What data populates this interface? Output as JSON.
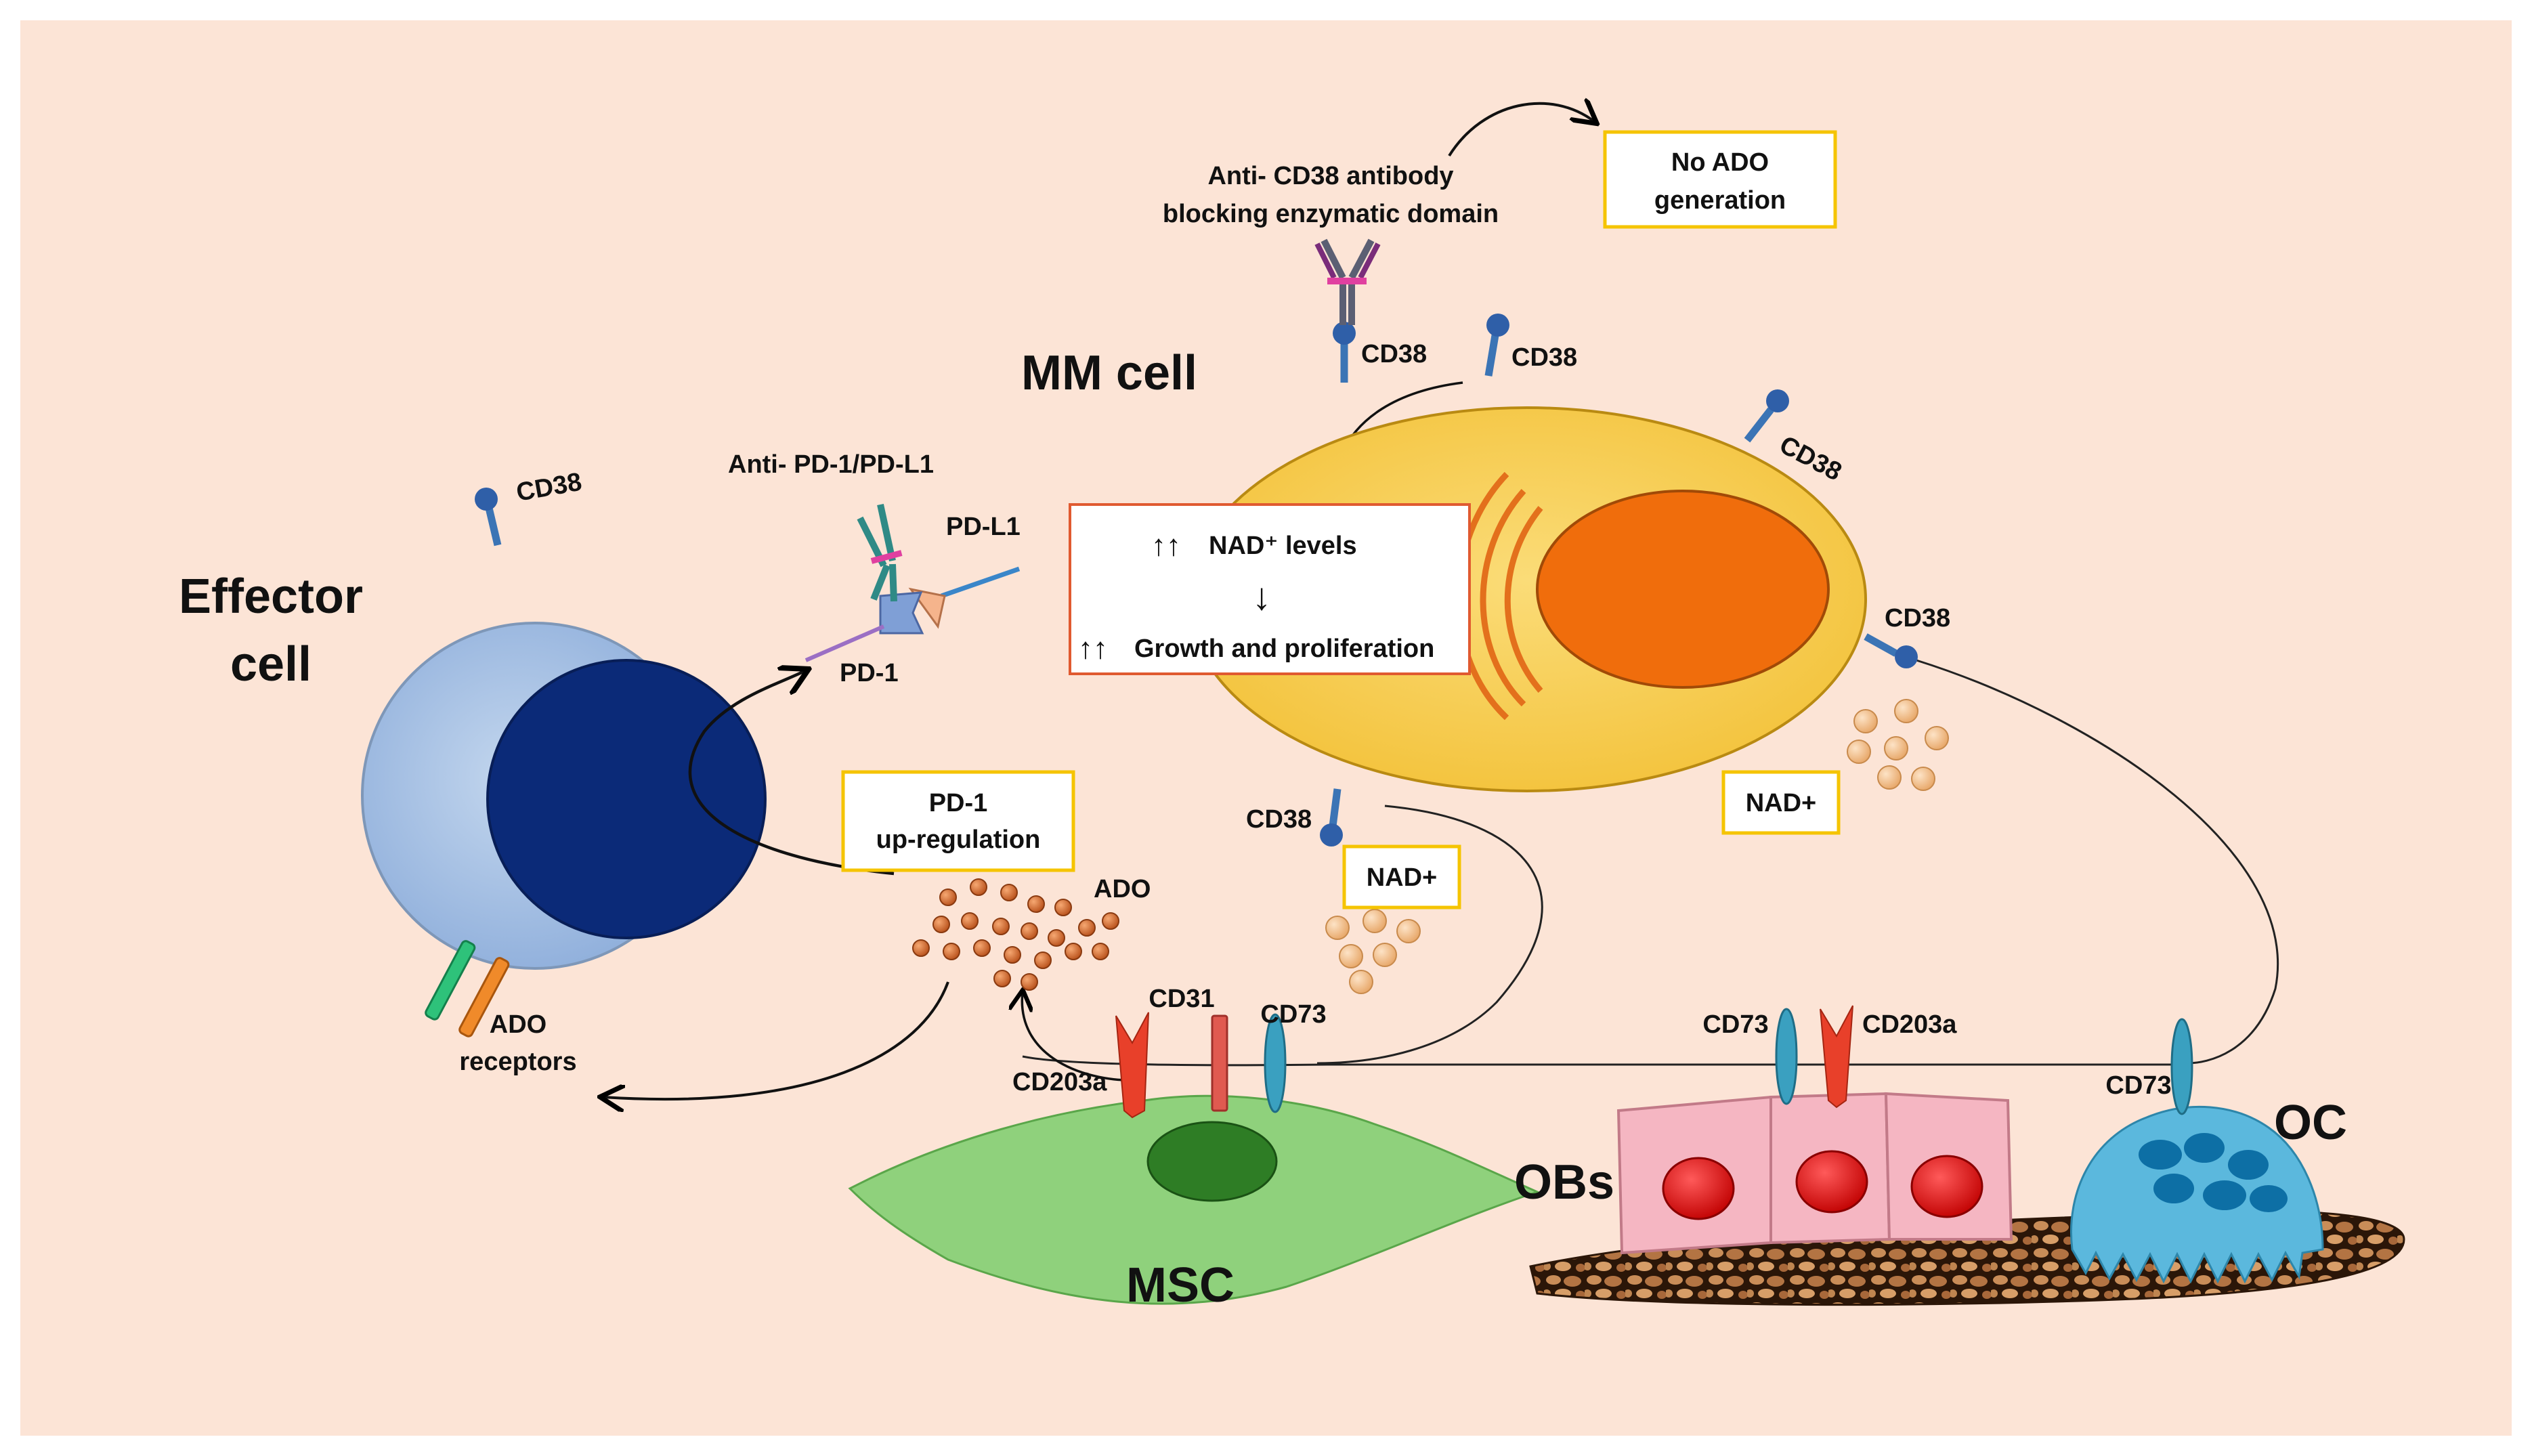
{
  "labels": {
    "mm_cell": "MM cell",
    "effector_cell_line1": "Effector",
    "effector_cell_line2": "cell",
    "msc": "MSC",
    "obs": "OBs",
    "oc": "OC",
    "cd38": "CD38",
    "cd73": "CD73",
    "cd31": "CD31",
    "cd203a": "CD203a",
    "pd1": "PD-1",
    "pdl1": "PD-L1",
    "anti_pd1": "Anti- PD-1/PD-L1",
    "anti_cd38_line1": "Anti- CD38 antibody",
    "anti_cd38_line2": "blocking enzymatic domain",
    "ado": "ADO",
    "ado_receptors_line1": "ADO",
    "ado_receptors_line2": "receptors"
  },
  "boxes": {
    "no_ado_line1": "No ADO",
    "no_ado_line2": "generation",
    "nad_up_arrows": "↑↑",
    "nad_levels": "NAD⁺ levels",
    "down_arrow": "↓",
    "growth_arrows": "↑↑",
    "growth": "Growth and proliferation",
    "pd1_up_line1": "PD-1",
    "pd1_up_line2": "up-regulation",
    "nad_plus_1": "NAD+",
    "nad_plus_2": "NAD+"
  },
  "colors": {
    "background": "#fce4d6",
    "mm_cell": "#f9d25c",
    "mm_nucleus": "#f06d0c",
    "effector_cytoplasm": "#a9c3e3",
    "effector_nucleus": "#0b2a78",
    "msc": "#8fd17c",
    "msc_nucleus": "#2e7d25",
    "osteoblast": "#f5b6c2",
    "ob_nucleus": "#e01010",
    "osteoclast": "#5bb8dd",
    "receptor_cd38": "#2f6fb8",
    "cd73": "#3aa0c0",
    "cd203a": "#e8402a",
    "cd31": "#e05a50",
    "ado_dot": "#e0742a",
    "nad_dot": "#f5c08a",
    "box_border": "#f5c400",
    "text_box_border": "#e05a30"
  }
}
